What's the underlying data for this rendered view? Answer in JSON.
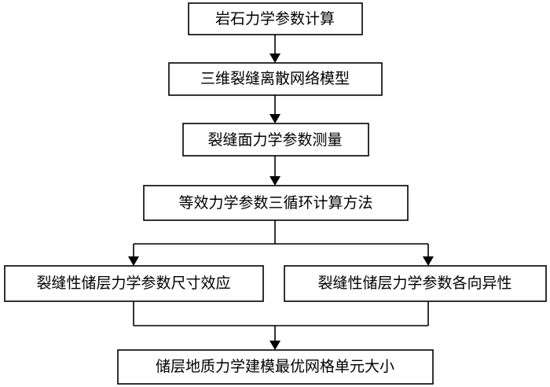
{
  "flowchart": {
    "nodes": {
      "rock_mechanics_calc": "岩石力学参数计算",
      "dfn_model": "三维裂缝离散网络模型",
      "fracture_surface_measure": "裂缝面力学参数测量",
      "equivalent_three_cycle": "等效力学参数三循环计算方法",
      "size_effect": "裂缝性储层力学参数尺寸效应",
      "anisotropy": "裂缝性储层力学参数各向异性",
      "optimal_grid": "储层地质力学建模最优网格单元大小"
    }
  }
}
